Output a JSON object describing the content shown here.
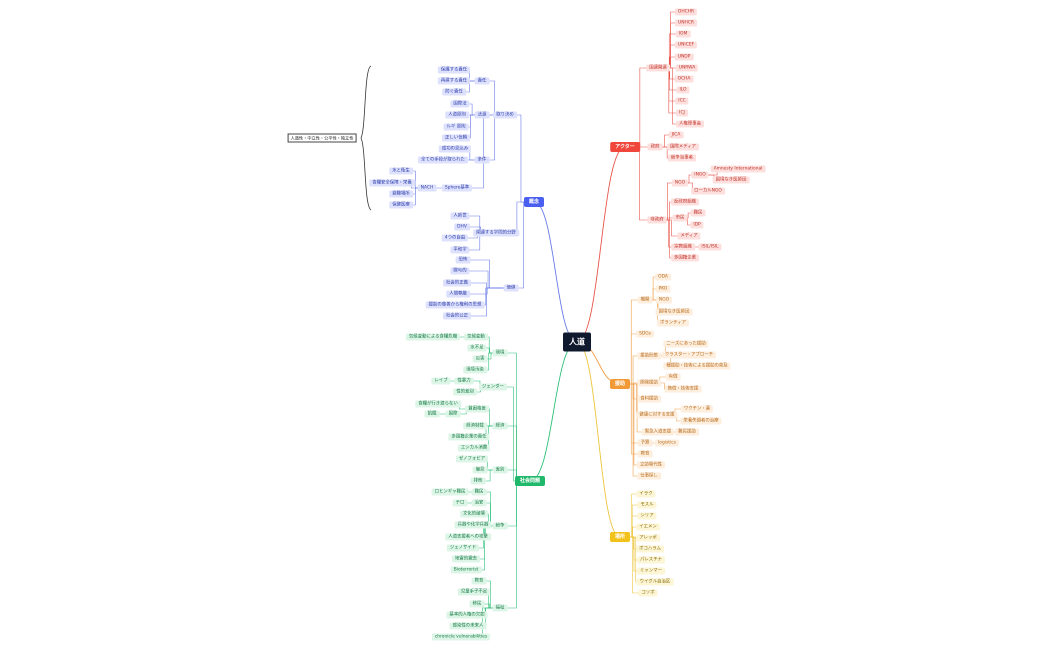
{
  "root": "人道",
  "note": "人道性・中立性・公平性・独立性",
  "colors": {
    "root": "#101a2e",
    "branches": {
      "blue": {
        "main": "#4a5ef0",
        "fill": "#dde1fd",
        "text": "#2a3aa8",
        "line": "#6a7ce8"
      },
      "red": {
        "main": "#f0463c",
        "fill": "#fde0de",
        "text": "#c23027",
        "line": "#e8544a"
      },
      "orange": {
        "main": "#f29a36",
        "fill": "#fdeedd",
        "text": "#b86a1a",
        "line": "#f0a04a"
      },
      "yellow": {
        "main": "#f3c21a",
        "fill": "#fdf6d6",
        "text": "#8a6a00",
        "line": "#ecc43a"
      },
      "green": {
        "main": "#20b86a",
        "fill": "#dcf5e6",
        "text": "#157a45",
        "line": "#2ec07a"
      }
    }
  },
  "branches": [
    {
      "label": "概念",
      "color": "blue",
      "children": [
        {
          "label": "取り決め",
          "children": [
            {
              "label": "責任",
              "children": [
                {
                  "label": "保護する責任"
                },
                {
                  "label": "再建する責任"
                },
                {
                  "label": "防ぐ責任"
                }
              ]
            },
            {
              "label": "法源",
              "children": [
                {
                  "label": "国際法"
                },
                {
                  "label": "人道原則"
                },
                {
                  "label": "ルギ 原則"
                },
                {
                  "label": "正しい信頼"
                }
              ]
            },
            {
              "label": "条件",
              "children": [
                {
                  "label": "成功の見込み"
                },
                {
                  "label": "全ての手段が取られた"
                }
              ]
            },
            {
              "label": "Sphere基準",
              "children": [
                {
                  "label": "NACH",
                  "children": [
                    {
                      "label": "水と衛生"
                    },
                    {
                      "label": "食糧安全保障・栄養"
                    },
                    {
                      "label": "避難場所"
                    },
                    {
                      "label": "保健医療"
                    }
                  ]
                }
              ]
            }
          ]
        },
        {
          "label": "関連する学問的分野",
          "children": [
            {
              "label": "人新世"
            },
            {
              "label": "DHV"
            },
            {
              "label": "4つの自由"
            },
            {
              "label": "平和学"
            }
          ]
        },
        {
          "label": "価値",
          "children": [
            {
              "label": "恐怖"
            },
            {
              "label": "贈与的"
            },
            {
              "label": "社会的正義"
            },
            {
              "label": "人間尊厳"
            },
            {
              "label": "援助の慈善から権利の思想"
            },
            {
              "label": "社会的公正"
            }
          ]
        }
      ]
    },
    {
      "label": "アクター",
      "color": "red",
      "children": [
        {
          "label": "国連関連",
          "children": [
            {
              "label": "OHCHR"
            },
            {
              "label": "UNHCR"
            },
            {
              "label": "IOM"
            },
            {
              "label": "UNICEF"
            },
            {
              "label": "UNDP"
            },
            {
              "label": "UNRWA"
            },
            {
              "label": "OCHA"
            },
            {
              "label": "ILO"
            },
            {
              "label": "ICC"
            },
            {
              "label": "ICJ"
            },
            {
              "label": "人権理事会"
            }
          ]
        },
        {
          "label": "政府",
          "children": [
            {
              "label": "JICA"
            },
            {
              "label": "国際メディア"
            },
            {
              "label": "紛争当事者"
            }
          ]
        },
        {
          "label": "非政府",
          "children": [
            {
              "label": "NGO",
              "children": [
                {
                  "label": "INGO",
                  "children": [
                    {
                      "label": "Amnesty International"
                    },
                    {
                      "label": "国境なき医師団"
                    }
                  ]
                },
                {
                  "label": "ローカルNGO"
                }
              ]
            },
            {
              "label": "反政府組織"
            },
            {
              "label": "市民",
              "children": [
                {
                  "label": "難民"
                },
                {
                  "label": "IDP"
                }
              ]
            },
            {
              "label": "メディア"
            },
            {
              "label": "宗教組織",
              "children": [
                {
                  "label": "ISIL/ISIL"
                }
              ]
            },
            {
              "label": "多国籍企業"
            }
          ]
        }
      ]
    },
    {
      "label": "援助",
      "color": "orange",
      "children": [
        {
          "label": "機関",
          "children": [
            {
              "label": "ODA"
            },
            {
              "label": "PKO"
            },
            {
              "label": "NGO"
            },
            {
              "label": "国境なき医師団"
            },
            {
              "label": "ボランティア"
            }
          ]
        },
        {
          "label": "SDGs"
        },
        {
          "label": "援助形態",
          "children": [
            {
              "label": "ニーズにあった援助"
            },
            {
              "label": "クラスター・アプローチ"
            },
            {
              "label": "種援助・技術による援助の普及"
            }
          ]
        },
        {
          "label": "開発援助",
          "children": [
            {
              "label": "有償"
            },
            {
              "label": "無償・技術支援"
            }
          ]
        },
        {
          "label": "食料援助"
        },
        {
          "label": "健康に対する支援",
          "children": [
            {
              "label": "ワクチン・薬"
            },
            {
              "label": "栄養失調者の治療"
            }
          ]
        },
        {
          "label": "緊急人道支援",
          "children": [
            {
              "label": "難民援助"
            }
          ]
        },
        {
          "label": "予算",
          "children": [
            {
              "label": "logistics"
            }
          ]
        },
        {
          "label": "教育"
        },
        {
          "label": "立助場代性"
        },
        {
          "label": "仕事探し"
        }
      ]
    },
    {
      "label": "場所",
      "color": "yellow",
      "children": [
        {
          "label": "イラク"
        },
        {
          "label": "モスル"
        },
        {
          "label": "シリア"
        },
        {
          "label": "イエメン"
        },
        {
          "label": "アレッポ"
        },
        {
          "label": "ボコハラム"
        },
        {
          "label": "パレスチナ"
        },
        {
          "label": "ミャンマー"
        },
        {
          "label": "ウイグル自治区"
        },
        {
          "label": "コソボ"
        }
      ]
    },
    {
      "label": "社会問題",
      "color": "green",
      "children": [
        {
          "label": "環境",
          "children": [
            {
              "label": "気候変動",
              "children": [
                {
                  "label": "気候変動による食糧危機"
                }
              ]
            },
            {
              "label": "水不足"
            },
            {
              "label": "災害"
            },
            {
              "label": "環境汚染"
            }
          ]
        },
        {
          "label": "ジェンダー",
          "children": [
            {
              "label": "性暴力",
              "children": [
                {
                  "label": "レイプ"
                }
              ]
            },
            {
              "label": "性的差別"
            }
          ]
        },
        {
          "label": "経済",
          "children": [
            {
              "label": "貧困格差",
              "children": [
                {
                  "label": "食糧が行き渡らない"
                },
                {
                  "label": "国際",
                  "children": [
                    {
                      "label": "飢餓"
                    }
                  ]
                }
              ]
            },
            {
              "label": "経済制裁"
            },
            {
              "label": "多国籍企業の責任"
            },
            {
              "label": "エシカル消費"
            }
          ]
        },
        {
          "label": "差別",
          "children": [
            {
              "label": "ゼノフォビア"
            },
            {
              "label": "偏見"
            },
            {
              "label": "排他"
            }
          ]
        },
        {
          "label": "紛争",
          "children": [
            {
              "label": "難民",
              "children": [
                {
                  "label": "ロヒンギャ難民"
                }
              ]
            },
            {
              "label": "治安",
              "children": [
                {
                  "label": "テロ"
                }
              ]
            },
            {
              "label": "文化的破壊"
            },
            {
              "label": "兵器や化学兵器"
            },
            {
              "label": "人道支援者への攻撃"
            },
            {
              "label": "ジェノサイド"
            },
            {
              "label": "地雷的撤去"
            },
            {
              "label": "Bioterrorist"
            }
          ]
        },
        {
          "label": "福祉",
          "children": [
            {
              "label": "教育"
            },
            {
              "label": "児童手子不足"
            },
            {
              "label": "移民"
            },
            {
              "label": "基本的人権の欠如"
            },
            {
              "label": "感染性の未来人"
            },
            {
              "label": "chronicle vulnerabilities"
            }
          ]
        }
      ]
    }
  ]
}
